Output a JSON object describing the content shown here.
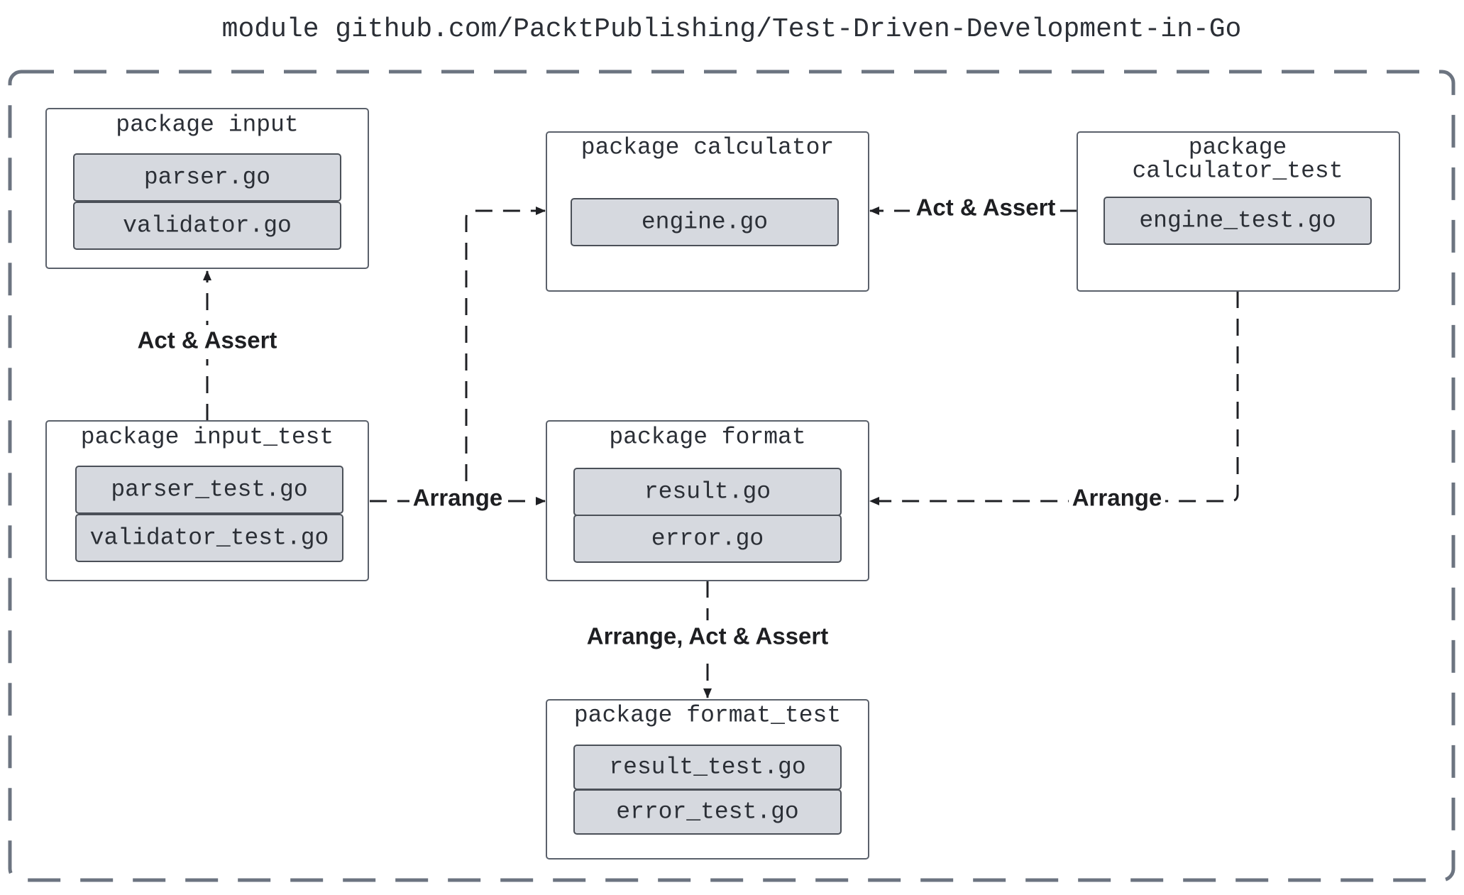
{
  "module_title": "module github.com/PacktPublishing/Test-Driven-Development-in-Go",
  "colors": {
    "file_fill": "#d6d9df",
    "frame_stroke": "#6c7480",
    "arrow": "#1f2024"
  },
  "packages": {
    "input": {
      "title": "package input",
      "files": [
        "parser.go",
        "validator.go"
      ]
    },
    "calculator": {
      "title": "package calculator",
      "files": [
        "engine.go"
      ]
    },
    "calculator_test": {
      "title_line1": "package",
      "title_line2": "calculator_test",
      "files": [
        "engine_test.go"
      ]
    },
    "input_test": {
      "title": "package input_test",
      "files": [
        "parser_test.go",
        "validator_test.go"
      ]
    },
    "format": {
      "title": "package format",
      "files": [
        "result.go",
        "error.go"
      ]
    },
    "format_test": {
      "title": "package format_test",
      "files": [
        "result_test.go",
        "error_test.go"
      ]
    }
  },
  "edges": {
    "input_test_to_input": "Act & Assert",
    "calculator_test_to_calculator": "Act & Assert",
    "input_test_arrange": "Arrange",
    "calculator_test_arrange": "Arrange",
    "format_to_format_test": "Arrange, Act & Assert"
  }
}
